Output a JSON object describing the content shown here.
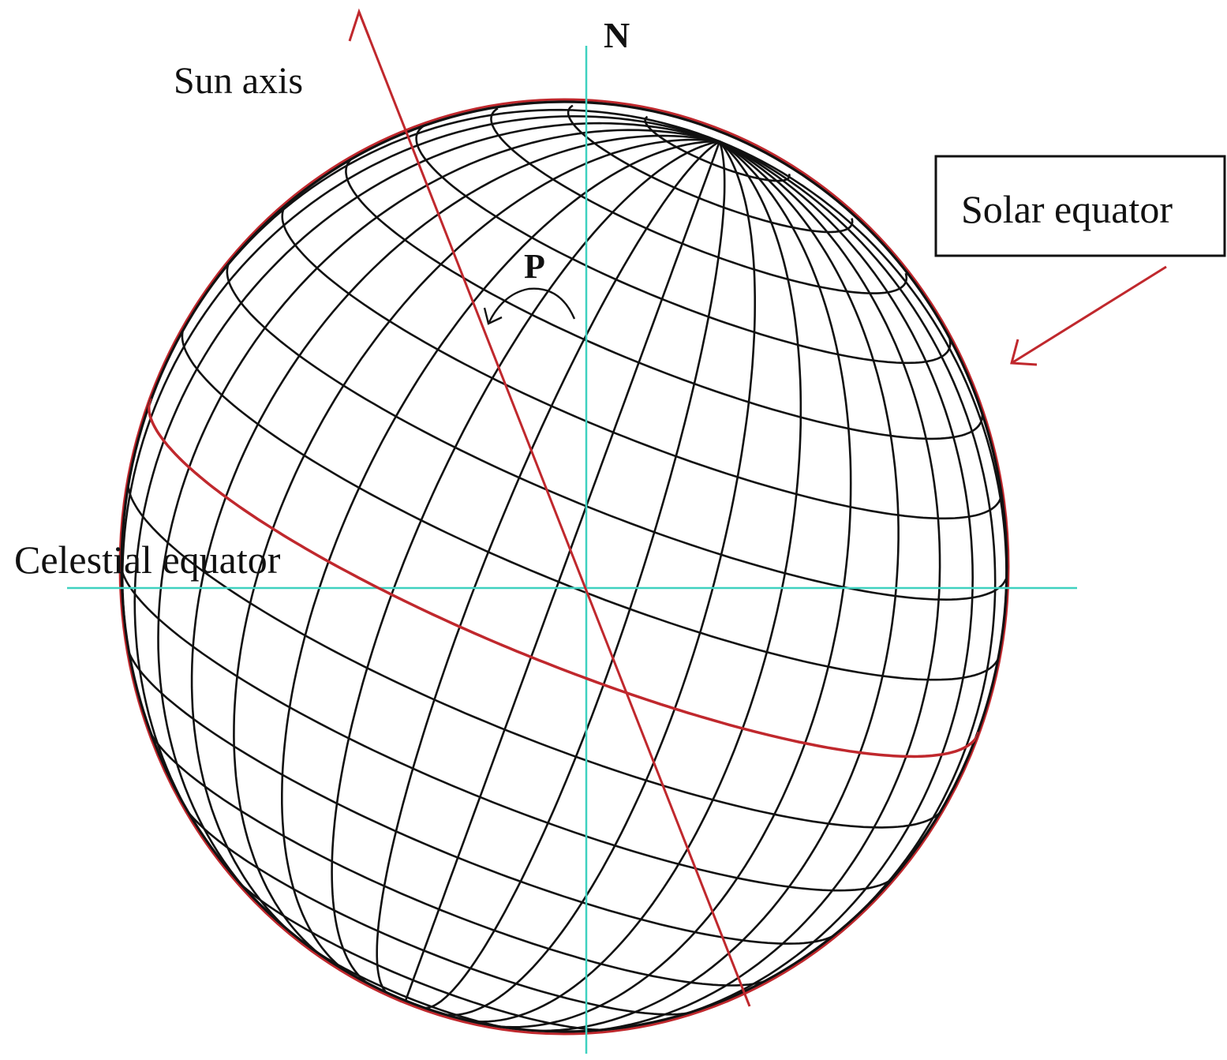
{
  "labels": {
    "north": "N",
    "sun_axis": "Sun axis",
    "solar_equator": "Solar equator",
    "position_angle": "P",
    "celestial_equator": "Celestial equator"
  },
  "colors": {
    "grid": "#111111",
    "sun_axis": "#c0282d",
    "solar_equator": "#c0282d",
    "celestial_reference": "#3fd1c0",
    "limb": "#c0282d",
    "background": "#ffffff"
  }
}
